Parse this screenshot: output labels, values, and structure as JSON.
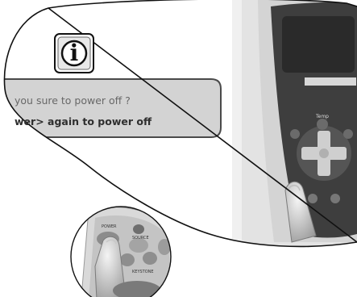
{
  "message": {
    "question": "you sure to power off ?",
    "instruction": "wer> again to power off"
  },
  "remote_labels": {
    "top_button": "Temp",
    "small_label_left": "POWER",
    "small_label_source": "SOURCE",
    "small_label_keystone": "KEYSTONE"
  },
  "icons": {
    "info": "info-icon"
  },
  "colors": {
    "dialog_fill": "#d3d3d3",
    "dialog_border": "#4a4a4a",
    "projector_body": "#e9e9e9",
    "panel_dark": "#3e3e3e"
  }
}
